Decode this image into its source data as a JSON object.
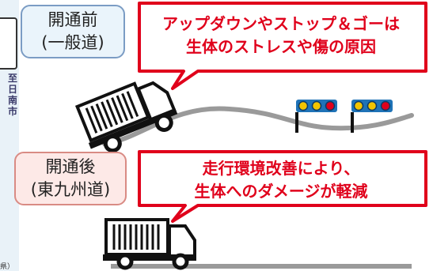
{
  "edge": {
    "vertical_text": [
      "至",
      "日",
      "南",
      "市"
    ],
    "footnote": "県）"
  },
  "before": {
    "label_line1": "開通前",
    "label_line2": "(一般道)"
  },
  "after": {
    "label_line1": "開通後",
    "label_line2": "(東九州道)"
  },
  "callout_before": {
    "line1": "アップダウンやストップ＆ゴーは",
    "line2": "生体のストレスや傷の原因"
  },
  "callout_after": {
    "line1": "走行環境改善により、",
    "line2": "生体へのダメージが軽減"
  },
  "colors": {
    "callout_red": "#e0001b",
    "road_gray": "#9a9a9a",
    "signal_blue": "#1f73b7",
    "signal_yellow": "#f2c400",
    "signal_red": "#e0001b"
  }
}
